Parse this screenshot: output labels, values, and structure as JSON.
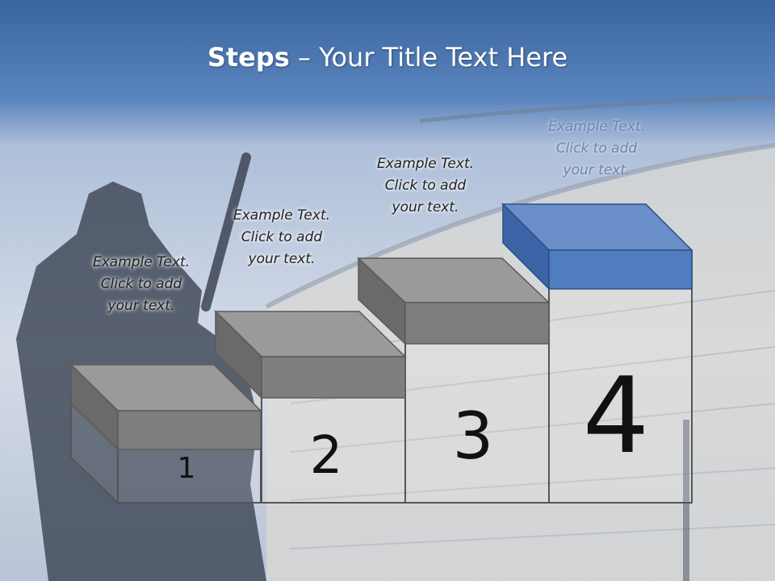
{
  "slide": {
    "title_bold": "Steps",
    "title_rest": " – Your Title Text Here"
  },
  "steps": [
    {
      "number": "1",
      "caption": [
        "Example Text.",
        "Click  to add",
        "your text."
      ]
    },
    {
      "number": "2",
      "caption": [
        "Example Text.",
        "Click  to add",
        "your text."
      ]
    },
    {
      "number": "3",
      "caption": [
        "Example Text.",
        "Click  to add",
        "your text."
      ]
    },
    {
      "number": "4",
      "caption": [
        "Example Text.",
        "Click  to add",
        "your text."
      ]
    }
  ],
  "colors": {
    "header": "#3f6aa3",
    "block_gray_top": "#9a9a9a",
    "block_gray_front": "#7e7e7e",
    "block_gray_side": "#6a6a6a",
    "block_blue_top": "#6a8fc8",
    "block_blue_front": "#4f7dc0",
    "block_blue_side": "#3c64a6",
    "outline": "#555555"
  }
}
